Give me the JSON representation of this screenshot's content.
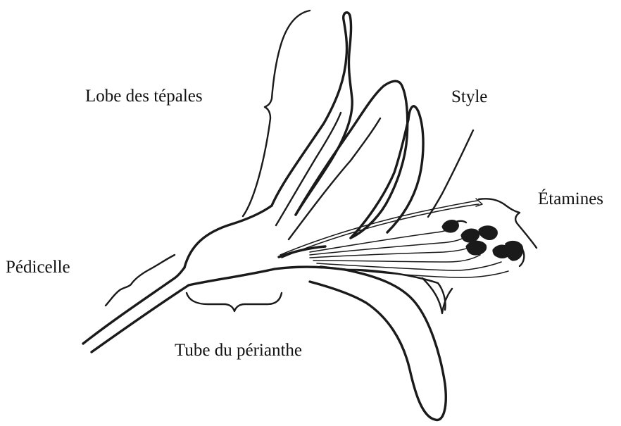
{
  "labels": {
    "lobe": "Lobe des tépales",
    "style": "Style",
    "etamines": "Étamines",
    "pedicelle": "Pédicelle",
    "tube": "Tube du périanthe"
  }
}
